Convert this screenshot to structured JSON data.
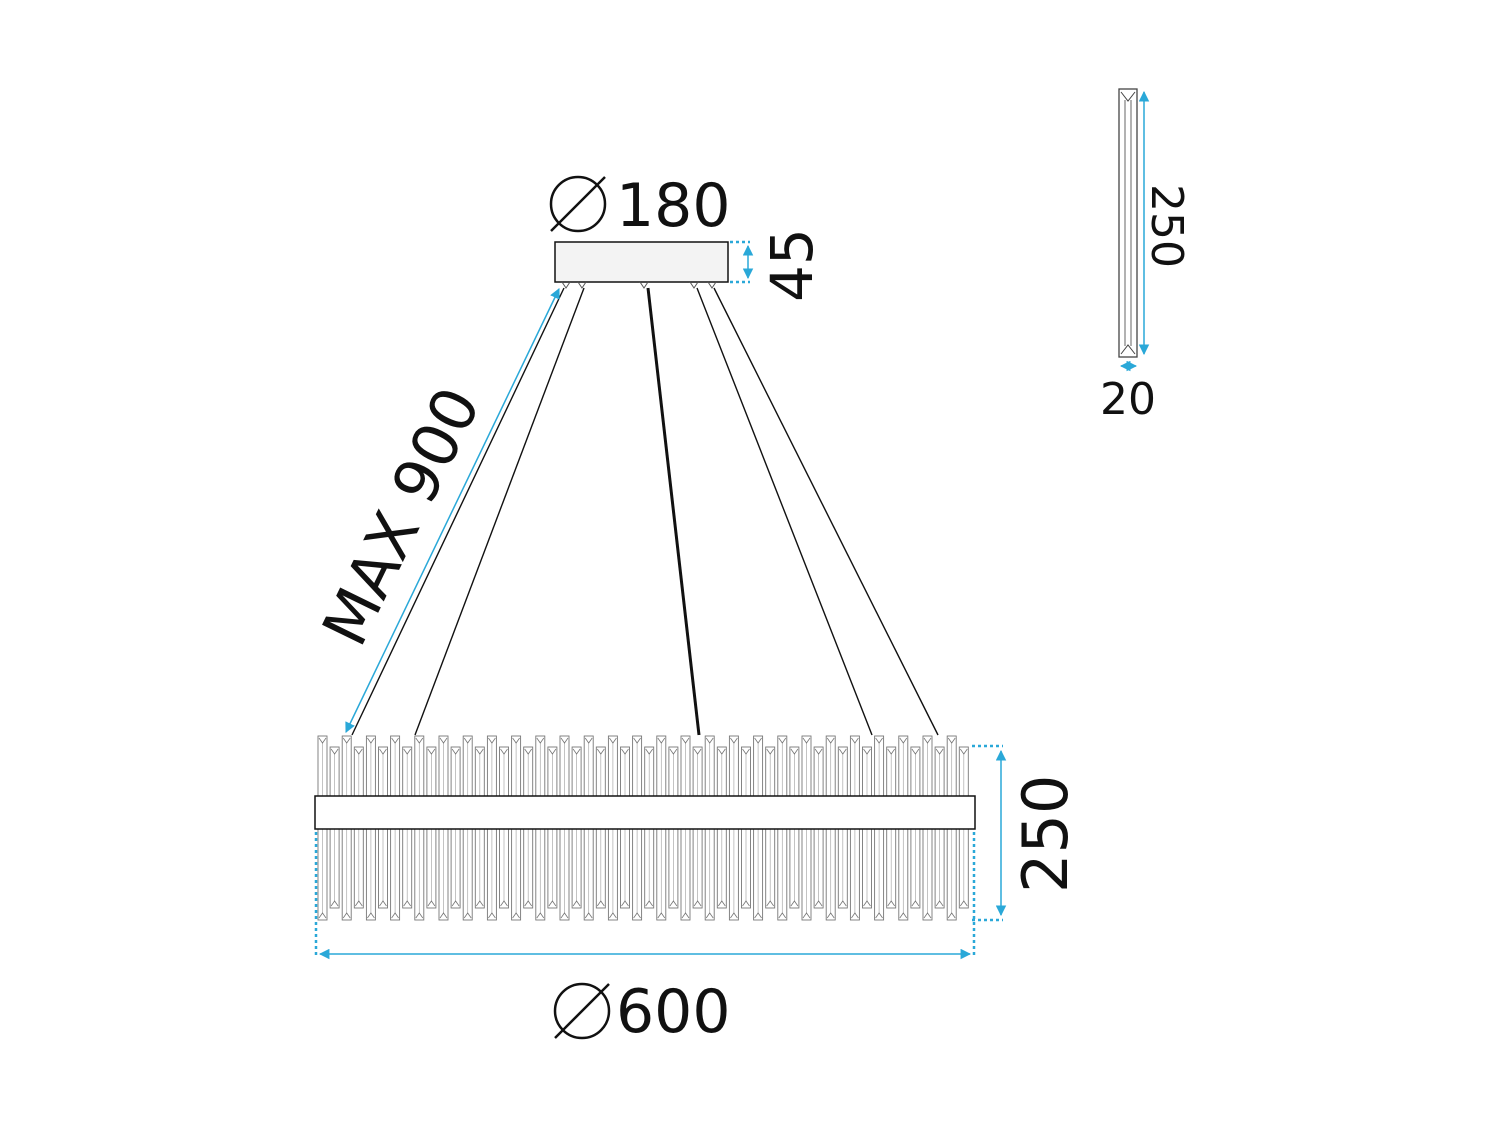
{
  "dimensions": {
    "canopy_diameter": "180",
    "canopy_height": "45",
    "max_length": "MAX 900",
    "ring_height": "250",
    "ring_diameter": "600",
    "crystal_length": "250",
    "crystal_width": "20"
  },
  "colors": {
    "dimension_line": "#2aa8d8",
    "outline": "#111111",
    "canopy_fill": "#f3f3f3",
    "crystal_stroke": "#777777"
  },
  "icons": {
    "diameter_symbol": "diameter-icon"
  }
}
